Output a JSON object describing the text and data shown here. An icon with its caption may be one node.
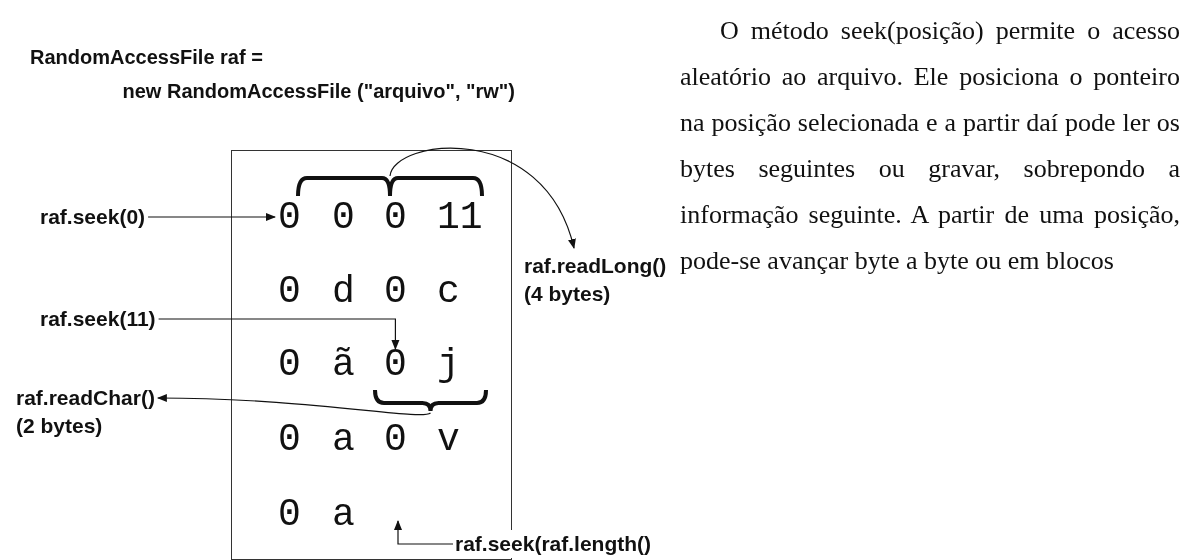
{
  "diagram": {
    "nodes": [
      {
        "text": [],
        "shape": "box"
      },
      {
        "text": [],
        "shape": "brace",
        "in": 0
      },
      {
        "text": [
          "0"
        ],
        "in": 0
      },
      {
        "text": [
          "0"
        ],
        "in": 0
      },
      {
        "text": [
          "0"
        ],
        "in": 0
      },
      {
        "text": [
          "11"
        ],
        "in": 0
      },
      {
        "text": [
          "0"
        ],
        "in": 0
      },
      {
        "text": [
          "d"
        ],
        "in": 0
      },
      {
        "text": [
          "0"
        ],
        "in": 0
      },
      {
        "text": [
          "c"
        ],
        "in": 0
      },
      {
        "text": [
          "0"
        ],
        "in": 0
      },
      {
        "text": [
          "ã"
        ],
        "in": 0
      },
      {
        "text": [
          "0"
        ],
        "in": 0
      },
      {
        "text": [
          "j"
        ],
        "in": 0
      },
      {
        "text": [],
        "shape": "brace",
        "in": 0
      },
      {
        "text": [
          "0"
        ],
        "in": 0
      },
      {
        "text": [
          "a"
        ],
        "in": 0
      },
      {
        "text": [
          "0"
        ],
        "in": 0
      },
      {
        "text": [
          "v"
        ],
        "in": 0
      },
      {
        "text": [
          "0"
        ],
        "in": 0
      },
      {
        "text": [
          "a"
        ],
        "in": 0
      },
      {
        "text": [
          "raf.seek(0)"
        ]
      },
      {
        "text": [
          "raf.readLong()",
          "(4 bytes)"
        ]
      },
      {
        "text": [
          "raf.seek(11)"
        ]
      },
      {
        "text": [
          "raf.readChar()",
          "(2 bytes)"
        ]
      },
      {
        "text": [
          "raf.seek(raf.length()"
        ]
      }
    ],
    "edges": [
      {
        "from": 21,
        "to": 2,
        "arrow": "to"
      },
      {
        "from": 1,
        "to": 22,
        "arrow": "to"
      },
      {
        "from": 23,
        "to": 12,
        "arrow": "to"
      },
      {
        "from": 14,
        "to": 24,
        "arrow": "to"
      },
      {
        "from": 25,
        "to": null,
        "arrow": "to"
      }
    ],
    "labels": [
      "RandomAccessFile raf = new RandomAccessFile (\"arquivo\", \"rw\")",
      "O método seek(posição) permite o acesso aleatório ao arquivo. Ele posiciona o ponteiro na posição selecionada e a partir daí pode ler os bytes seguintes ou gravar, sobrepondo a informação seguinte. A partir de uma posição, pode-se avançar byte a byte ou em blocos"
    ]
  }
}
